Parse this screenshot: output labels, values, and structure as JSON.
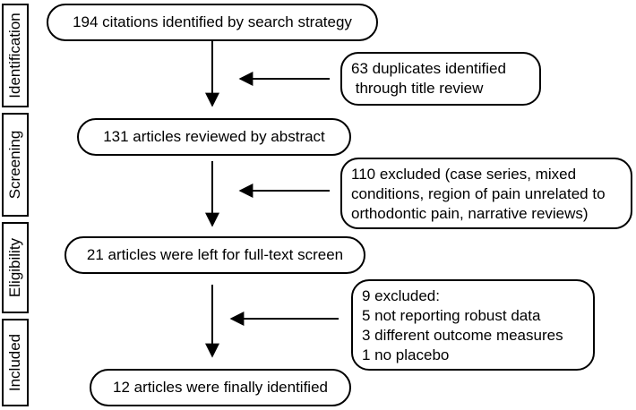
{
  "stages": [
    {
      "id": "identification",
      "label": "Identification"
    },
    {
      "id": "screening",
      "label": "Screening"
    },
    {
      "id": "eligibility",
      "label": "Eligibility"
    },
    {
      "id": "included",
      "label": "Included"
    }
  ],
  "main_boxes": {
    "identified": "194 citations identified by search strategy",
    "abstract": "131 articles reviewed by abstract",
    "fulltext": "21 articles were left for full-text screen",
    "final": "12 articles were finally identified"
  },
  "side_boxes": {
    "duplicates": [
      "63 duplicates identified",
      " through title review"
    ],
    "excluded_abstract": [
      "110 excluded (case series, mixed",
      "conditions, region of pain unrelated to",
      "orthodontic pain, narrative reviews)"
    ],
    "excluded_fulltext": [
      "9 excluded:",
      "5 not reporting robust data",
      "3 different outcome measures",
      "1 no placebo"
    ]
  }
}
